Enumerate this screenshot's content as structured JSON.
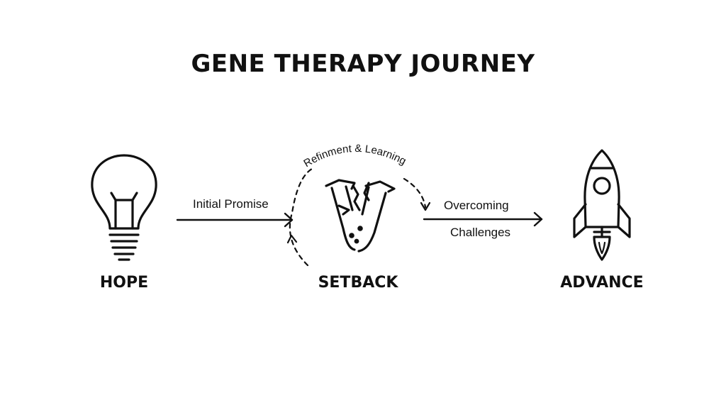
{
  "title": "GENE THERAPY JOURNEY",
  "stages": {
    "hope": {
      "label": "HOPE",
      "icon": "lightbulb-icon"
    },
    "setback": {
      "label": "SETBACK",
      "icon": "broken-test-tube-icon"
    },
    "advance": {
      "label": "ADVANCE",
      "icon": "rocket-icon"
    }
  },
  "edges": {
    "hope_to_setback": "Initial Promise",
    "setback_loop": "Refinment & Learning",
    "setback_to_advance_line1": "Overcoming",
    "setback_to_advance_line2": "Challenges"
  },
  "colors": {
    "ink": "#111111",
    "background": "#ffffff"
  }
}
